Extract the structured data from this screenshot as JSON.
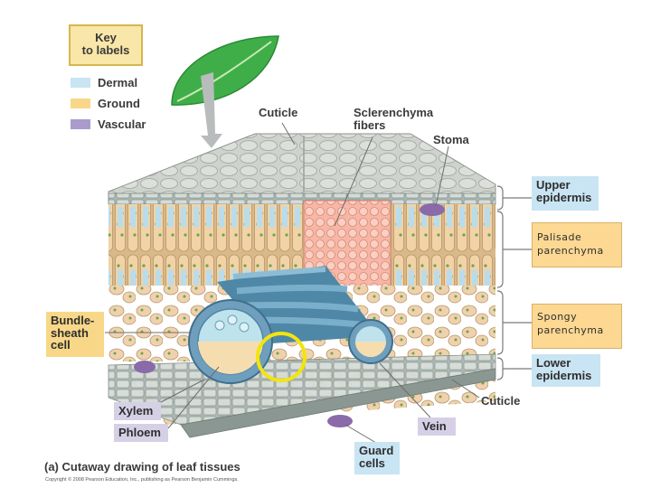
{
  "key": {
    "title_line1": "Key",
    "title_line2": "to labels",
    "items": [
      {
        "label": "Dermal",
        "color": "#c9e4f2"
      },
      {
        "label": "Ground",
        "color": "#f8d888"
      },
      {
        "label": "Vascular",
        "color": "#a99bcc"
      }
    ]
  },
  "labels": {
    "cuticle_top": "Cuticle",
    "sclerenchyma_line1": "Sclerenchyma",
    "sclerenchyma_line2": "fibers",
    "stoma": "Stoma",
    "upper_epidermis_line1": "Upper",
    "upper_epidermis_line2": "epidermis",
    "palisade_line1": "Palisade",
    "palisade_line2": "parenchyma",
    "spongy_line1": "Spongy",
    "spongy_line2": "parenchyma",
    "lower_epidermis_line1": "Lower",
    "lower_epidermis_line2": "epidermis",
    "cuticle_bottom": "Cuticle",
    "vein": "Vein",
    "guard_line1": "Guard",
    "guard_line2": "cells",
    "bundle_line1": "Bundle-",
    "bundle_line2": "sheath",
    "bundle_line3": "cell",
    "xylem": "Xylem",
    "phloem": "Phloem"
  },
  "caption": "(a) Cutaway drawing of leaf tissues",
  "copyright": "Copyright © 2008 Pearson Education, Inc., publishing as Pearson Benjamin Cummings.",
  "colors": {
    "cuticle_gray": "#c9cdc8",
    "palisade_tan": "#f1d3a7",
    "spongy_tan": "#efd1ad",
    "vein_blue": "#5e96b5",
    "sclerenchyma_pink": "#f7b6a6",
    "chloroplast_green": "#6fa34a",
    "guard_purple": "#8a6aa8",
    "leaf_green": "#3fae49",
    "highlight_yellow": "#f3e40e"
  }
}
